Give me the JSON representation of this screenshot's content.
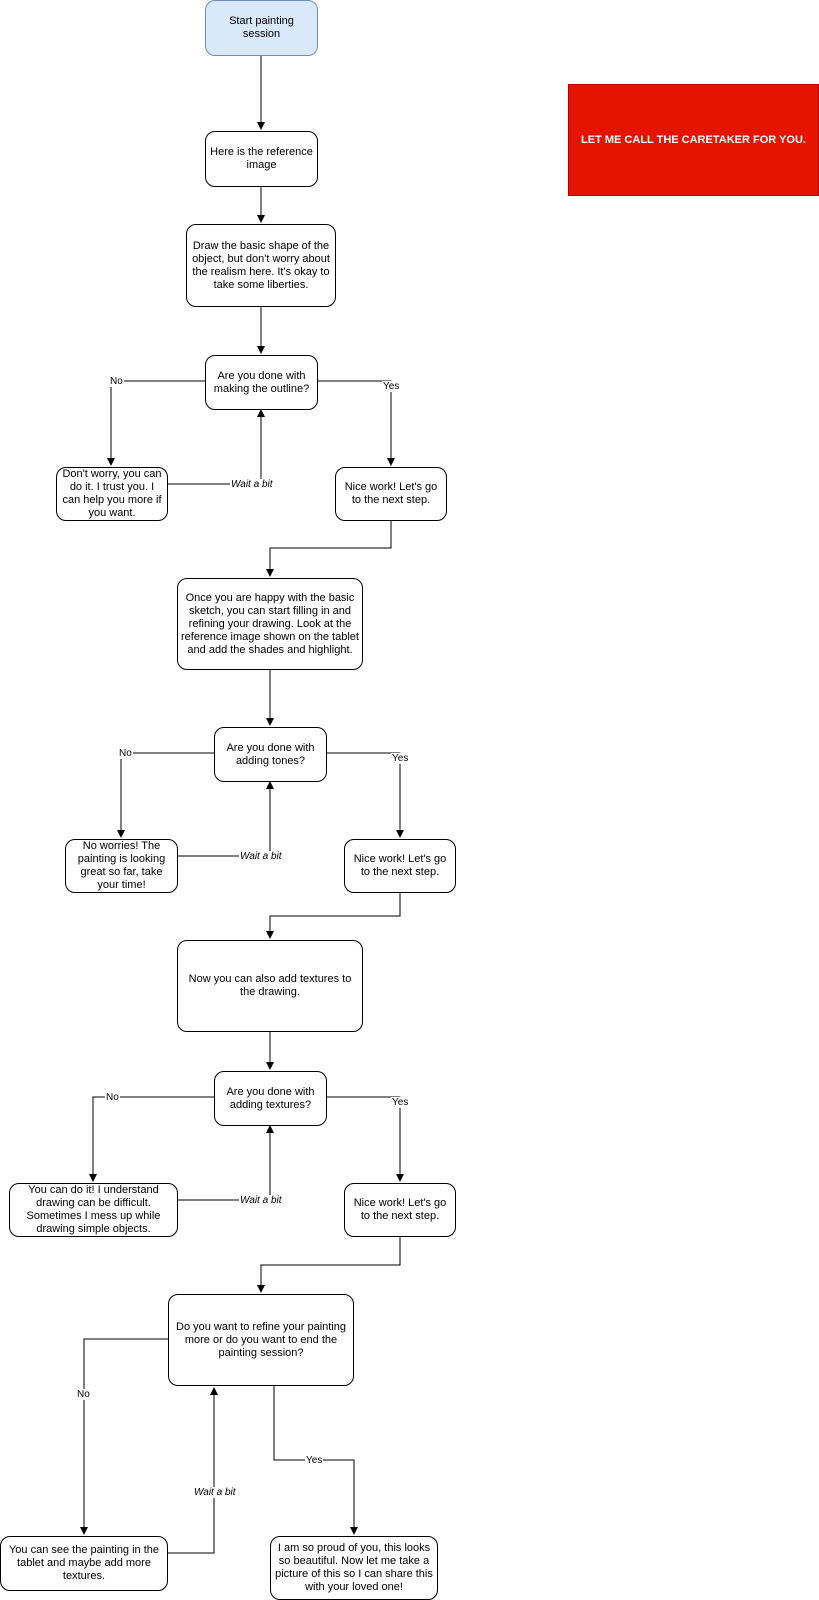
{
  "nodes": {
    "start": "Start painting session",
    "reference": "Here is the reference image",
    "basic_shape": "Draw the basic shape of the object, but don't worry about the realism here. It's okay to take some liberties.",
    "q_outline": "Are you done with making the outline?",
    "no_outline": "Don't worry, you can do it. I trust you. I can help you more if you want.",
    "yes_outline": "Nice work! Let's go to the next step.",
    "refine": "Once you are happy with the basic sketch, you can start filling in and refining your drawing. Look at the reference image shown on the tablet and add the shades and highlight.",
    "q_tones": "Are you done with adding tones?",
    "no_tones": "No worries! The painting is looking great so far, take your time!",
    "yes_tones": "Nice work! Let's go to the next step.",
    "textures": "Now you can also add textures to the drawing.",
    "q_textures": "Are you done with adding textures?",
    "no_textures": "You can do it! I understand drawing can be difficult. Sometimes I mess up while drawing simple objects.",
    "yes_textures": "Nice work! Let's go to the next step.",
    "q_end": "Do you want to refine your painting more or do you want to end the painting session?",
    "no_end": "You can see the painting in the tablet and maybe add more textures.",
    "yes_end": "I am so proud of you, this looks so beautiful. Now let me take a picture of this so I can share this with your loved one!",
    "caretaker": "LET ME CALL THE CARETAKER FOR YOU."
  },
  "labels": {
    "no": "No",
    "yes": "Yes",
    "wait": "Wait a bit"
  },
  "colors": {
    "start_fill": "#dae8fc",
    "start_border": "#6c8ebf",
    "caretaker_fill": "#e51400"
  }
}
